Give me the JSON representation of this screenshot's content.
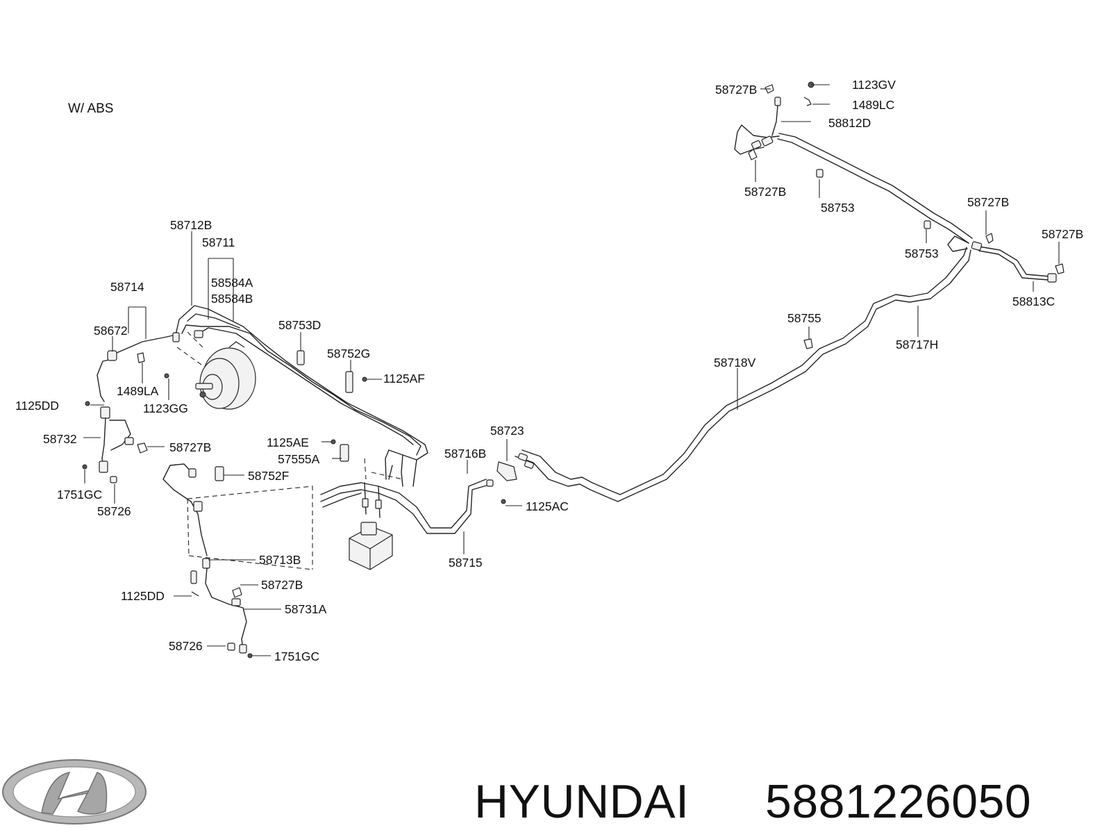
{
  "caption": "W/ ABS",
  "brand": {
    "name": "HYUNDAI",
    "part_number": "5881226050",
    "logo_icon": "hyundai-logo-icon"
  },
  "labels": {
    "l58727B_top": "58727B",
    "l1123GV": "1123GV",
    "l1489LC": "1489LC",
    "l58812D": "58812D",
    "l58727B_mid": "58727B",
    "l58753_a": "58753",
    "l58727B_right1": "58727B",
    "l58727B_right2": "58727B",
    "l58753_b": "58753",
    "l58813C": "58813C",
    "l58755": "58755",
    "l58717H": "58717H",
    "l58718V": "58718V",
    "l58712B": "58712B",
    "l58711": "58711",
    "l58584A": "58584A",
    "l58584B": "58584B",
    "l58714": "58714",
    "l58672": "58672",
    "l58753D": "58753D",
    "l58752G": "58752G",
    "l1125AF": "1125AF",
    "l1489LA": "1489LA",
    "l1123GG": "1123GG",
    "l1125DD_top": "1125DD",
    "l58732": "58732",
    "l58727B_left": "58727B",
    "l1125AE": "1125AE",
    "l57555A": "57555A",
    "l58752F": "58752F",
    "l58716B": "58716B",
    "l58723": "58723",
    "l1125AC": "1125AC",
    "l1751GC_top": "1751GC",
    "l58726_top": "58726",
    "l58713B": "58713B",
    "l58715": "58715",
    "l1125DD_bot": "1125DD",
    "l58727B_bot": "58727B",
    "l58731A": "58731A",
    "l58726_bot": "58726",
    "l1751GC_bot": "1751GC"
  }
}
